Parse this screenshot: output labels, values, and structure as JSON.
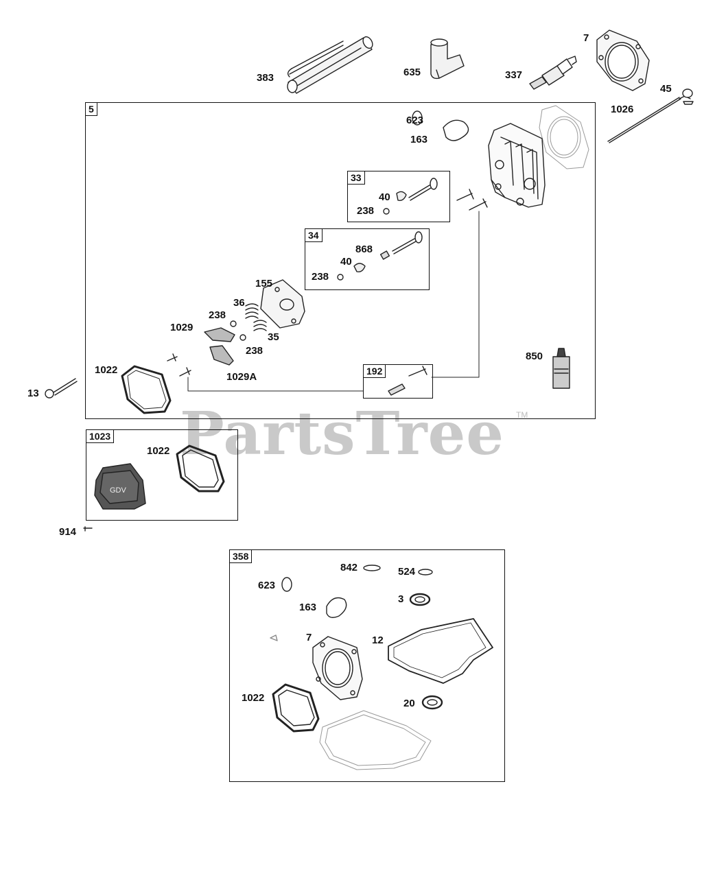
{
  "watermark": {
    "text": "PartsTree",
    "trademark": "TM"
  },
  "frames": {
    "main": "5",
    "valve_intake": "33",
    "valve_exhaust": "34",
    "stud_kit": "192",
    "cover_kit": "1023",
    "gasket_set": "358"
  },
  "labels": {
    "p383": "383",
    "p635": "635",
    "p337": "337",
    "p7_top": "7",
    "p1026": "1026",
    "p45": "45",
    "p623": "623",
    "p163": "163",
    "p40a": "40",
    "p238a": "238",
    "p868": "868",
    "p40b": "40",
    "p238b": "238",
    "p155": "155",
    "p36": "36",
    "p238c": "238",
    "p1029": "1029",
    "p35": "35",
    "p238d": "238",
    "p1029a": "1029A",
    "p1022": "1022",
    "p850": "850",
    "p13": "13",
    "p1022b": "1022",
    "p914": "914",
    "g842": "842",
    "g524": "524",
    "g623": "623",
    "g163": "163",
    "g3": "3",
    "g7": "7",
    "g12": "12",
    "g1022": "1022",
    "g20": "20"
  }
}
